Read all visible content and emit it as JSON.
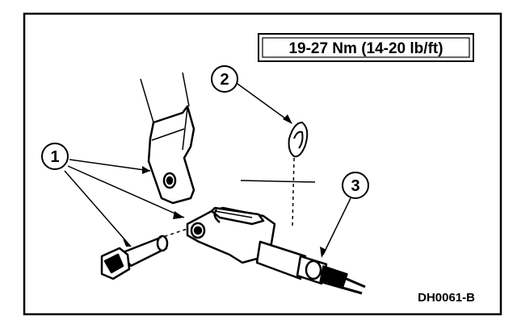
{
  "torque_spec": "19-27 Nm (14-20 lb/ft)",
  "callouts": [
    "1",
    "2",
    "3"
  ],
  "figure_code": "DH0061-B"
}
